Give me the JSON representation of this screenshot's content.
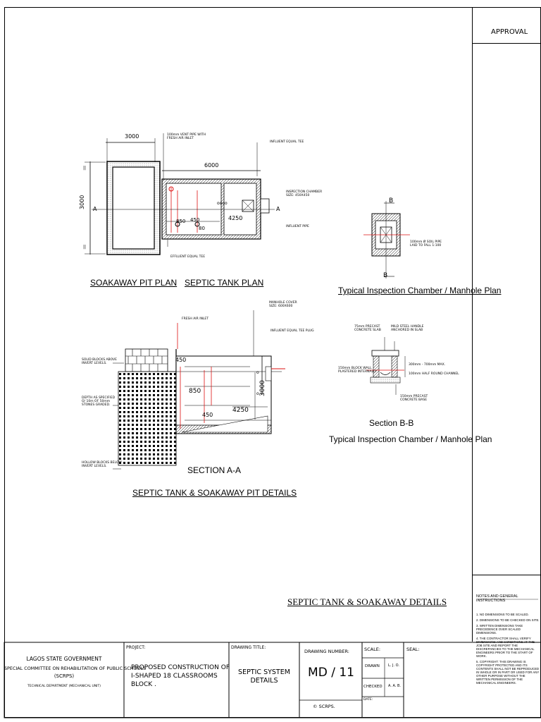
{
  "approval": "APPROVAL",
  "headings": {
    "soakaway_plan": "SOAKAWAY PIT PLAN",
    "septic_plan": "SEPTIC TANK PLAN",
    "manhole_plan_top": "Typical Inspection Chamber / Manhole Plan",
    "section_bb": "Section B-B",
    "manhole_plan_bottom": "Typical Inspection Chamber / Manhole Plan",
    "section_aa": "SECTION A-A",
    "septic_soakaway_pit": "SEPTIC TANK & SOAKAWAY PIT DETAILS",
    "main_title": "SEPTIC TANK & SOAKAWAY DETAILS"
  },
  "plan_labels": {
    "dim_3000_top": "3000",
    "dim_3000_side": "3000",
    "dim_6000": "6000",
    "dim_4250": "4250",
    "dim_850": "850",
    "dim_450": "450",
    "dim_80": "80",
    "vent_pipe": "100mm VENT PIPE WITH\nFRESH AIR INLET",
    "influent_tee": "INFLUENT EQUAL TEE",
    "inspection_chamber": "INSPECTION CHAMBER\nSIZE: 450X450",
    "influent_pipe": "INFLUENT PIPE",
    "effluent_tee": "EFFLUENT EQUAL TEE",
    "section_a": "A",
    "section_b": "B"
  },
  "manhole_labels": {
    "soil_pipe": "100mm Ø SOIL PIPE\nLAID TO FALL 1:100",
    "precast_slab": "75mm PRECAST\nCONCRETE SLAB",
    "mild_steel": "MILD STEEL HANDLE\nANCHORED IN SLAB",
    "block_wall": "150mm BLOCK WALL\nPLASTERED INTERNALLY",
    "depth_max": "300mm - 700mm MAX.",
    "channel": "100mm HALF ROUND CHANNEL",
    "precast_base": "150mm PRECAST\nCONCRETE BASE"
  },
  "section_labels": {
    "manhole_cover": "MANHOLE COVER\nSIZE: 600X600",
    "fresh_air": "FRESH AIR INLET",
    "influent_plug": "INFLUENT EQUAL TEE PLUG",
    "solid_blocks": "SOLID BLOCKS ABOVE\nINVERT LEVELS.",
    "depth_spec": "DEPTH AS SPECIFIED\nO/ 10m OF 50mm\nSTONES GRADED.",
    "hollow_blocks": "HOLLOW BLOCKS BELOW\nINVERT LEVELS.",
    "dim_450": "450",
    "dim_850": "850",
    "dim_3000": "3000",
    "dim_4250": "4250",
    "dim_450b": "450"
  },
  "notes": {
    "title": "NOTES AND GENERAL INSTRUCTIONS",
    "items": [
      "1. NO DIMENSIONS TO BE SCALED.",
      "2. DIMENSIONS TO BE CHECKED ON SITE.",
      "3. WRITTEN DIMENSIONS TAKE PRECEDENCE OVER SCALED DIMENSIONS.",
      "4. THE CONTRACTOR SHALL VERIFY DIMENSIONS AND CONDITIONS AT THE JOB SITE AND REPORT THE DISCREPANCIES TO THE MECHANICAL ENGINEERS PRIOR TO THE START OF WORK.",
      "5. COPYRIGHT: THIS DRAWING IS COPYRIGHT PROTECTED AND ITS CONTENTS SHALL NOT BE REPRODUCED IN WHOLE OR IN PART OR USED FOR ANY OTHER PURPOSE WITHOUT THE WRITTEN PERMISSION OF THE MECHANICAL ENGINEERS."
    ]
  },
  "title_block": {
    "org_line1": "LAGOS STATE GOVERNMENT",
    "org_line2": "SPECIAL COMMITTEE ON REHABILITATION OF PUBLIC SCHOOLS",
    "org_line3": "(SCRPS)",
    "org_line4": "TECHNICAL DEPARTMENT (MECHANICAL UNIT)",
    "project_label": "PROJECT:",
    "project_value": "PROPOSED CONSTRUCTION OF\nI-SHAPED 18 CLASSROOMS\nBLOCK .",
    "drawing_title_label": "DRAWING TITLE:",
    "drawing_title_value": "SEPTIC SYSTEM\nDETAILS",
    "drawing_number_label": "DRAWING NUMBER:",
    "drawing_number_value": "MD / 11",
    "copyright": "© SCRPS.",
    "scale_label": "SCALE:",
    "drawn_label": "DRAWN",
    "drawn_value": "L. J. O.",
    "checked_label": "CHECKED",
    "checked_value": "A. A. B.",
    "date_label": "DATE:",
    "seal_label": "SEAL:"
  }
}
